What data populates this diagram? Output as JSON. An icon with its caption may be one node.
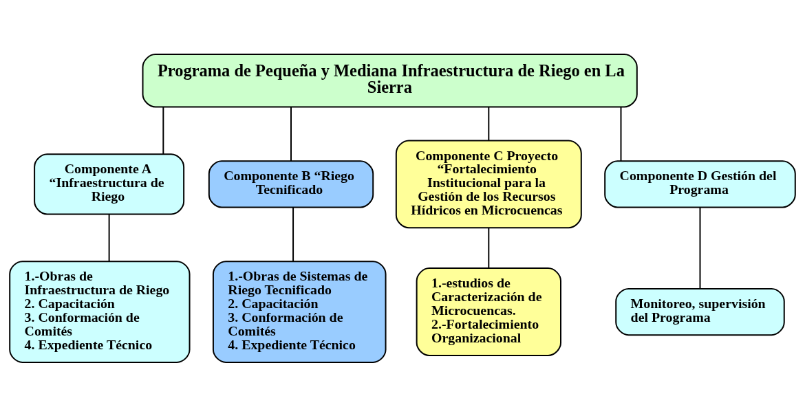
{
  "diagram": {
    "nodes": [
      {
        "text": [
          "Programa de Pequeña y Mediana Infraestructura de Riego en La Sierra"
        ]
      },
      {
        "text": [
          "Componente A “Infraestructura de Riego"
        ]
      },
      {
        "text": [
          "Componente B “Riego Tecnificado"
        ]
      },
      {
        "text": [
          "Componente C Proyecto “Fortalecimiento Institucional para la Gestión de los Recursos Hídricos en Microcuencas"
        ]
      },
      {
        "text": [
          "Componente D Gestión del Programa"
        ]
      },
      {
        "text": [
          "1.-Obras de Infraestructura de Riego",
          "2. Capacitación",
          "3. Conformación de Comités",
          "4. Expediente Técnico"
        ]
      },
      {
        "text": [
          "1.-Obras de Sistemas de Riego Tecnificado",
          "2. Capacitación",
          "3. Conformación de Comités",
          "4. Expediente Técnico"
        ]
      },
      {
        "text": [
          "1.-estudios de Caracterización de Microcuencas.",
          "2.-Fortalecimiento Organizacional"
        ]
      },
      {
        "text": [
          "Monitoreo, supervisión del Programa"
        ]
      }
    ],
    "edges": [
      {
        "from": 0,
        "to": 1,
        "arrow": "none"
      },
      {
        "from": 0,
        "to": 2,
        "arrow": "none"
      },
      {
        "from": 0,
        "to": 3,
        "arrow": "none"
      },
      {
        "from": 0,
        "to": 4,
        "arrow": "none"
      },
      {
        "from": 1,
        "to": 5,
        "arrow": "none"
      },
      {
        "from": 2,
        "to": 6,
        "arrow": "none"
      },
      {
        "from": 3,
        "to": 7,
        "arrow": "none"
      },
      {
        "from": 4,
        "to": 8,
        "arrow": "none"
      }
    ]
  }
}
